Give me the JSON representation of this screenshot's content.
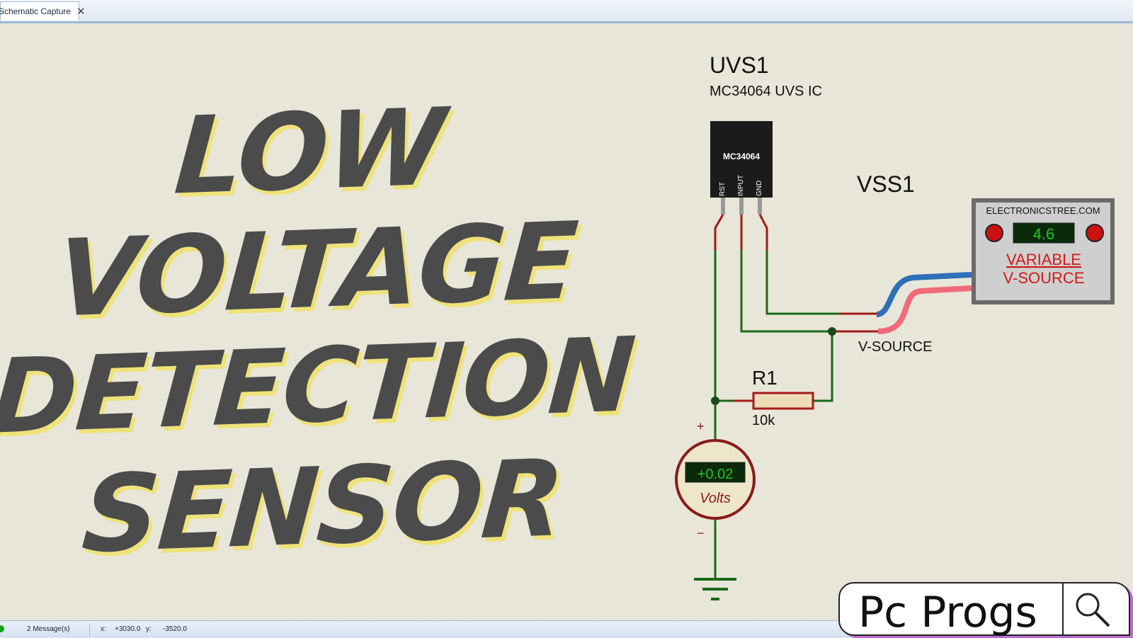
{
  "tab": {
    "label": "Schematic Capture",
    "close_icon": "close-icon"
  },
  "title": {
    "lines": [
      "LOW",
      "VOLTAGE",
      "DETECTION",
      "SENSOR"
    ]
  },
  "schematic": {
    "ic_ref": "UVS1",
    "ic_desc": "MC34064 UVS IC",
    "ic_chip_label": "MC34064",
    "ic_pins": [
      "RST",
      "INPUT",
      "GND"
    ],
    "source_ref": "VSS1",
    "source_site": "ELECTRONICSTREE.COM",
    "source_value": "4.6",
    "source_name_1": "VARIABLE",
    "source_name_2": "V-SOURCE",
    "source_net_label": "V-SOURCE",
    "resistor_ref": "R1",
    "resistor_value": "10k",
    "meter_plus": "+",
    "meter_minus": "−",
    "meter_value": "+0.02",
    "meter_unit": "Volts"
  },
  "status": {
    "messages": "2 Message(s)",
    "x_label": "x:",
    "x_value": "+3030.0",
    "y_label": "y:",
    "y_value": "-3520.0"
  },
  "watermark": {
    "text": "Pc Progs",
    "icon": "search-icon"
  },
  "colors": {
    "background": "#e8e6d8",
    "title_text": "#4b4b4b",
    "title_shadow": "#efe27a",
    "wire_green": "#1a6a1a",
    "wire_red": "#a31a1a",
    "lcd_green": "#21c421"
  }
}
